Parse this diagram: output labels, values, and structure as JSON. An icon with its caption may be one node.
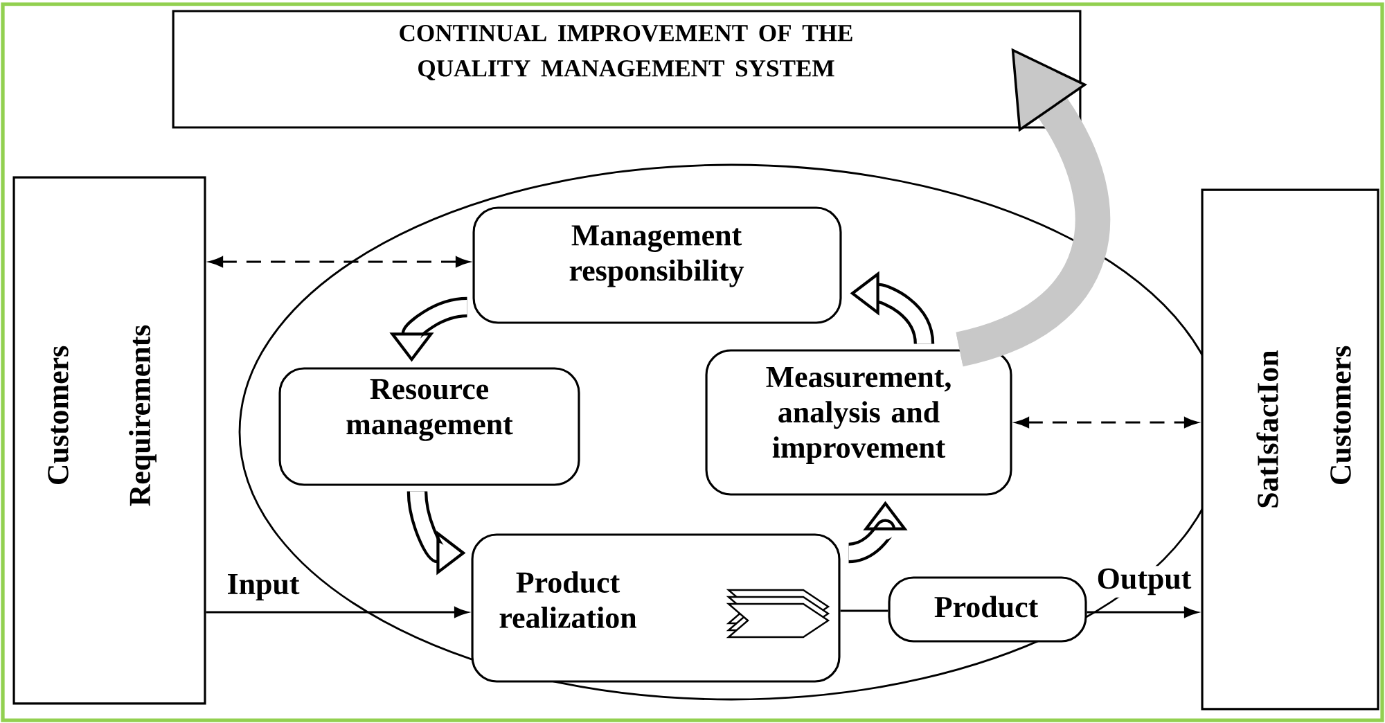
{
  "diagram": {
    "nodes": [
      {
        "text": [
          "CONTINUAL IMPROVEMENT OF THE QUALITY MANAGEMENT SYSTEM"
        ]
      },
      {
        "text": [
          "Customers",
          "Requirements"
        ]
      },
      {
        "text": [
          "Management responsibility"
        ]
      },
      {
        "text": [
          "Resource management"
        ]
      },
      {
        "text": [
          "Measurement, analysis and improvement"
        ]
      },
      {
        "text": [
          "Product realization"
        ]
      },
      {
        "text": [
          "Product"
        ]
      },
      {
        "text": [
          "SatIsfactIon",
          "Customers"
        ]
      }
    ],
    "edges": [
      {
        "from": 1,
        "to": 2,
        "arrow": "both",
        "style": "dashed"
      },
      {
        "from": 4,
        "to": 7,
        "arrow": "both",
        "style": "dashed"
      },
      {
        "from": 1,
        "to": 5,
        "arrow": "to",
        "label": "Input"
      },
      {
        "from": 5,
        "to": 6,
        "arrow": "none"
      },
      {
        "from": 6,
        "to": 7,
        "arrow": "to",
        "label": "Output"
      },
      {
        "from": 2,
        "to": 3,
        "arrow": "to",
        "style": "thick"
      },
      {
        "from": 3,
        "to": 5,
        "arrow": "to",
        "style": "thick"
      },
      {
        "from": 5,
        "to": 4,
        "arrow": "to",
        "style": "thick"
      },
      {
        "from": 4,
        "to": 2,
        "arrow": "to",
        "style": "thick"
      },
      {
        "from": 4,
        "to": 0,
        "arrow": "to",
        "style": "thick",
        "color": "#c8c8c8"
      }
    ]
  }
}
